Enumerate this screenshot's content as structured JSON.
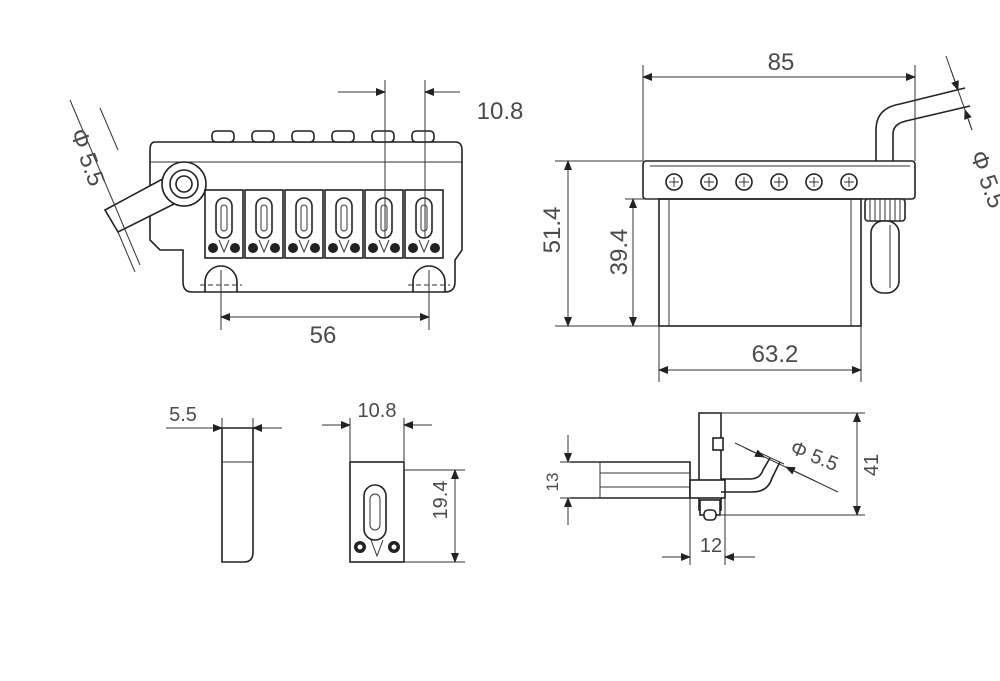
{
  "diagram": {
    "front_view": {
      "post_diameter_label": "Φ 5.5",
      "saddle_spacing_label": "10.8",
      "mount_spacing_label": "56"
    },
    "top_view": {
      "width_label": "85",
      "total_height_label": "51.4",
      "body_height_label": "39.4",
      "body_width_label": "63.2",
      "arm_diameter_label": "Φ 5.5"
    },
    "saddle_side_view": {
      "thickness_label": "5.5"
    },
    "saddle_front_view": {
      "width_label": "10.8",
      "height_label": "19.4"
    },
    "side_view": {
      "height_label": "13",
      "overall_height_label": "41",
      "depth_label": "12",
      "arm_diameter_label": "Φ 5.5"
    }
  }
}
